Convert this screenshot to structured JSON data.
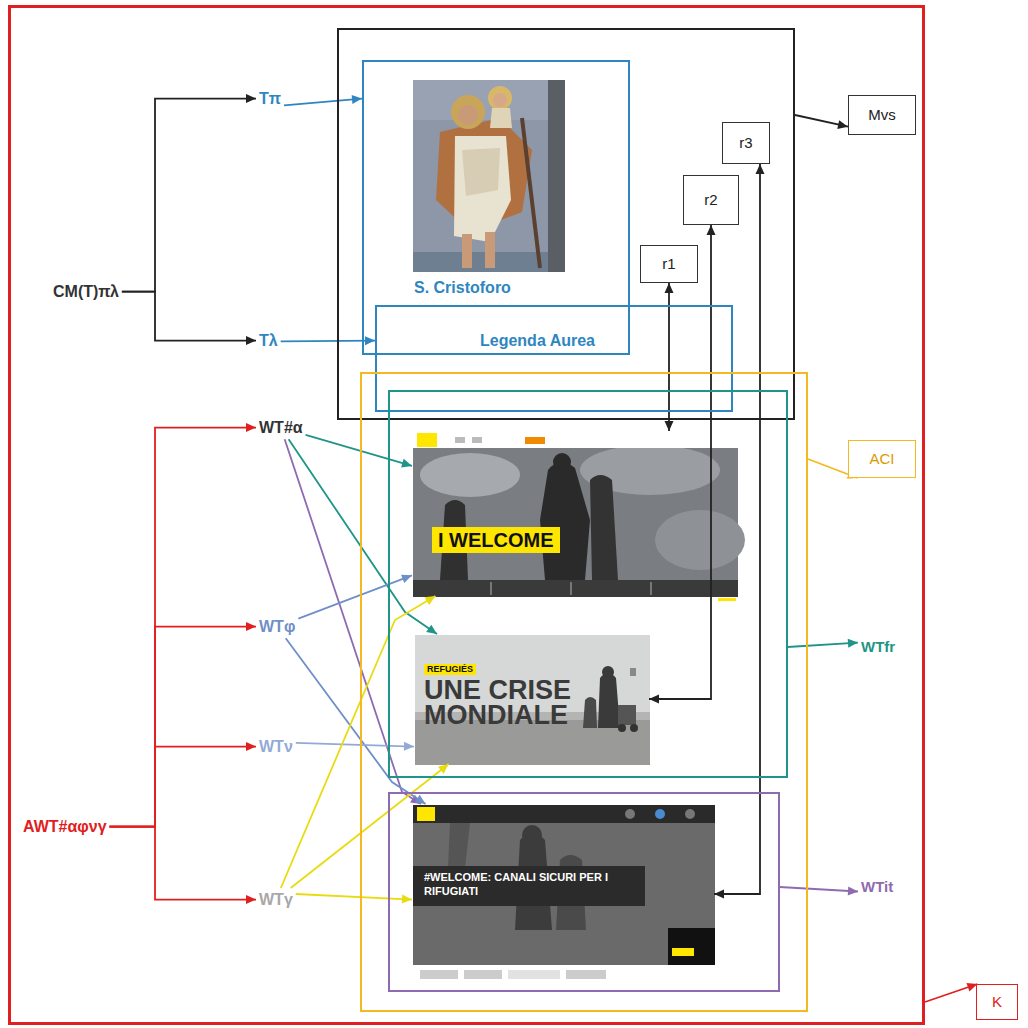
{
  "diagram": {
    "nodes": [
      {
        "text": []
      },
      {
        "text": [
          "CM(T)πλ"
        ],
        "in": 0
      },
      {
        "text": [
          "Tπ"
        ],
        "in": 0
      },
      {
        "text": [
          "Tλ"
        ],
        "in": 0
      },
      {
        "text": [],
        "in": 0
      },
      {
        "text": [
          "S. Cristoforo"
        ],
        "in": 4
      },
      {
        "text": [
          "Legenda Aurea"
        ],
        "in": 4
      },
      {
        "text": [
          "r1"
        ],
        "in": 4
      },
      {
        "text": [
          "r2"
        ],
        "in": 4
      },
      {
        "text": [
          "r3"
        ],
        "in": 4
      },
      {
        "text": [
          "Mvs"
        ],
        "in": 0
      },
      {
        "text": [
          "WT#α"
        ],
        "in": 0
      },
      {
        "text": [
          "WTφ"
        ],
        "in": 0
      },
      {
        "text": [
          "WTν"
        ],
        "in": 0
      },
      {
        "text": [
          "WTγ"
        ],
        "in": 0
      },
      {
        "text": [
          "AWT#αφνγ"
        ],
        "in": 0
      },
      {
        "text": [],
        "in": 0
      },
      {
        "text": [
          "ACI"
        ],
        "in": 0
      },
      {
        "text": [],
        "in": 16
      },
      {
        "text": [
          "I WELCOME"
        ],
        "in": 18
      },
      {
        "text": [
          "REFUGIÉS",
          "UNE CRISE MONDIALE"
        ],
        "in": 18
      },
      {
        "text": [
          "WTfr"
        ],
        "in": 0
      },
      {
        "text": [],
        "in": 16
      },
      {
        "text": [
          "#WELCOME: CANALI SICURI PER I RIFUGIATI"
        ],
        "in": 22
      },
      {
        "text": [
          "WTit"
        ],
        "in": 0
      },
      {
        "text": [
          "K"
        ]
      }
    ],
    "edges": [
      {
        "from": 1,
        "to": 2,
        "arrow": "to"
      },
      {
        "from": 1,
        "to": 3,
        "arrow": "to"
      },
      {
        "from": 2,
        "to": 5,
        "arrow": "to"
      },
      {
        "from": 3,
        "to": 6,
        "arrow": "to"
      },
      {
        "from": 4,
        "to": 10,
        "arrow": "to"
      },
      {
        "from": 7,
        "to": 19,
        "arrow": "both"
      },
      {
        "from": 8,
        "to": 20,
        "arrow": "both"
      },
      {
        "from": 9,
        "to": 23,
        "arrow": "both"
      },
      {
        "from": 15,
        "to": 11,
        "arrow": "to"
      },
      {
        "from": 15,
        "to": 12,
        "arrow": "to"
      },
      {
        "from": 15,
        "to": 13,
        "arrow": "to"
      },
      {
        "from": 15,
        "to": 14,
        "arrow": "to"
      },
      {
        "from": 11,
        "to": 19,
        "arrow": "to"
      },
      {
        "from": 11,
        "to": 20,
        "arrow": "to"
      },
      {
        "from": 11,
        "to": 23,
        "arrow": "to"
      },
      {
        "from": 12,
        "to": 19,
        "arrow": "to"
      },
      {
        "from": 12,
        "to": 23,
        "arrow": "to"
      },
      {
        "from": 13,
        "to": 20,
        "arrow": "to"
      },
      {
        "from": 14,
        "to": 19,
        "arrow": "to"
      },
      {
        "from": 14,
        "to": 20,
        "arrow": "to"
      },
      {
        "from": 14,
        "to": 23,
        "arrow": "to"
      },
      {
        "from": 16,
        "to": 17,
        "arrow": "to"
      },
      {
        "from": 18,
        "to": 21,
        "arrow": "to"
      },
      {
        "from": 22,
        "to": 24,
        "arrow": "to"
      },
      {
        "from": 0,
        "to": 25,
        "arrow": "to"
      }
    ]
  }
}
